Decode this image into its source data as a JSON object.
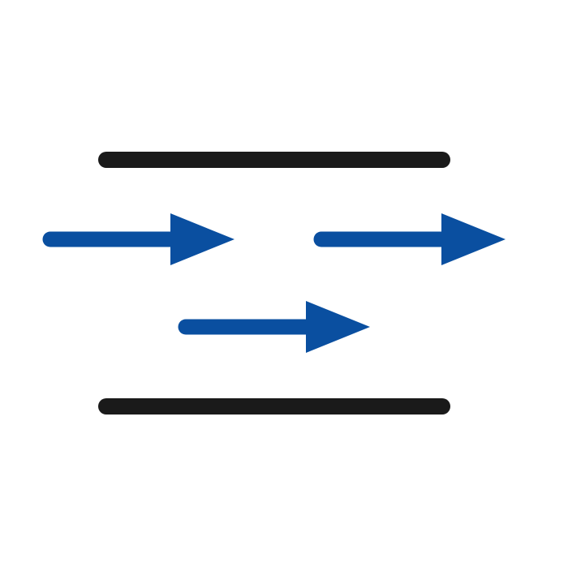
{
  "diagram": {
    "colors": {
      "background": "#ffffff",
      "boundary_line": "#1a1a1a",
      "arrow": "#0a4fa0"
    },
    "boundaries": [
      {
        "name": "top-boundary-line"
      },
      {
        "name": "bottom-boundary-line"
      }
    ],
    "arrows": [
      {
        "name": "arrow-upper-left",
        "direction": "right"
      },
      {
        "name": "arrow-upper-right",
        "direction": "right"
      },
      {
        "name": "arrow-middle",
        "direction": "right"
      }
    ]
  }
}
